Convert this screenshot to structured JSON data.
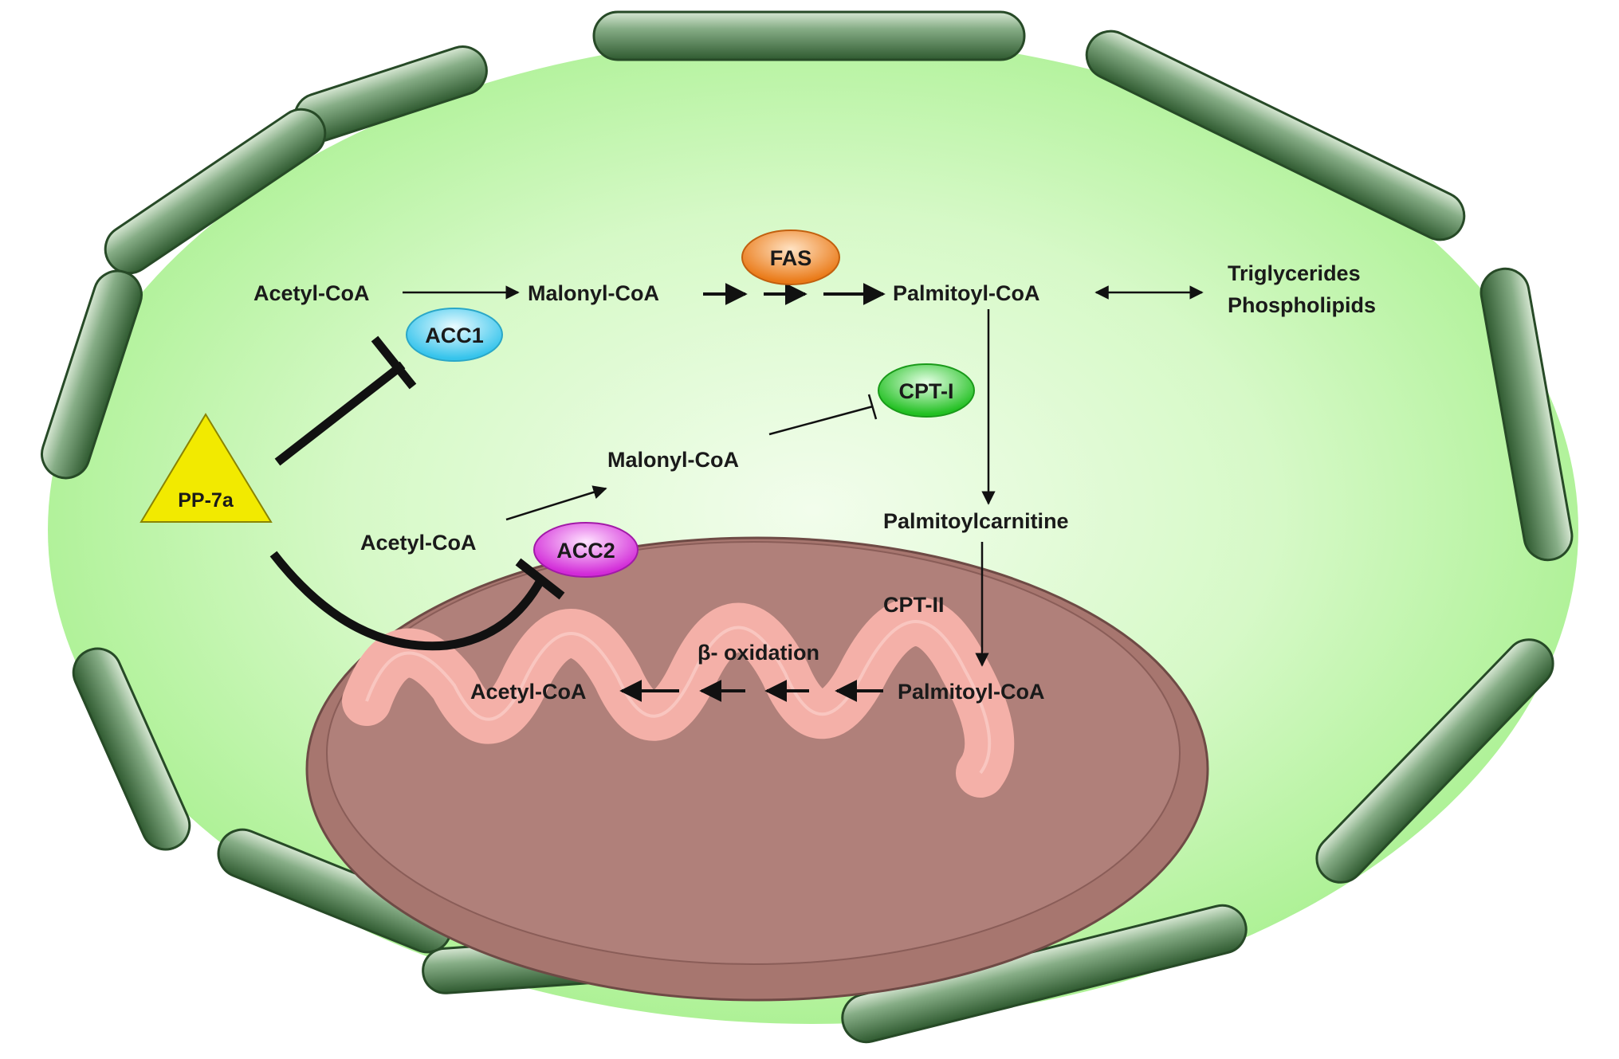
{
  "inhibitor": {
    "label": "PP-7a",
    "color": "#f2ea00"
  },
  "cytoplasm": {
    "acetyl_coa": "Acetyl-CoA",
    "malonyl_coa": "Malonyl-CoA",
    "palmitoyl_coa": "Palmitoyl-CoA",
    "triglycerides": "Triglycerides",
    "phospholipids": "Phospholipids",
    "acetyl_coa_2": "Acetyl-CoA",
    "malonyl_coa_2": "Malonyl-CoA",
    "palmitoylcarnitine": "Palmitoylcarnitine"
  },
  "enzymes": {
    "acc1": {
      "label": "ACC1",
      "color": "#5fd3f0"
    },
    "acc2": {
      "label": "ACC2",
      "color": "#e040e8"
    },
    "fas": {
      "label": "FAS",
      "color": "#f08a2a"
    },
    "cpt1": {
      "label": "CPT-I",
      "color": "#3fd03f"
    },
    "cpt2": {
      "label": "CPT-II"
    }
  },
  "mitochondrion": {
    "beta_oxidation": "β- oxidation",
    "palmitoyl_coa": "Palmitoyl-CoA",
    "acetyl_coa": "Acetyl-CoA",
    "color": "#b07e76",
    "cristae_color": "#f4b0a8"
  },
  "cell": {
    "cytoplasm_color": "#c4f7b0",
    "membrane_color": "#4c7a4c"
  }
}
